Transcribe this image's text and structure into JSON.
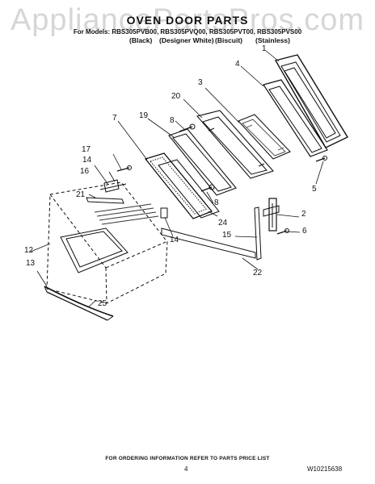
{
  "watermark": "AppliancePartsPros.com",
  "header": {
    "title": "OVEN DOOR PARTS",
    "models_line": "For Models: RBS305PVB00, RBS305PVQ00, RBS305PVT00, RBS305PVS00",
    "variants": [
      "(Black)",
      "(Designer White)",
      "(Biscuit)",
      "(Stainless)"
    ]
  },
  "callouts": [
    "1",
    "2",
    "3",
    "4",
    "5",
    "6",
    "7",
    "8",
    "8",
    "12",
    "13",
    "14",
    "14",
    "15",
    "16",
    "17",
    "19",
    "20",
    "21",
    "22",
    "24",
    "25"
  ],
  "footer": {
    "ordering_note": "FOR ORDERING INFORMATION REFER TO PARTS PRICE LIST",
    "page_number": "4",
    "doc_code": "W10215638"
  }
}
